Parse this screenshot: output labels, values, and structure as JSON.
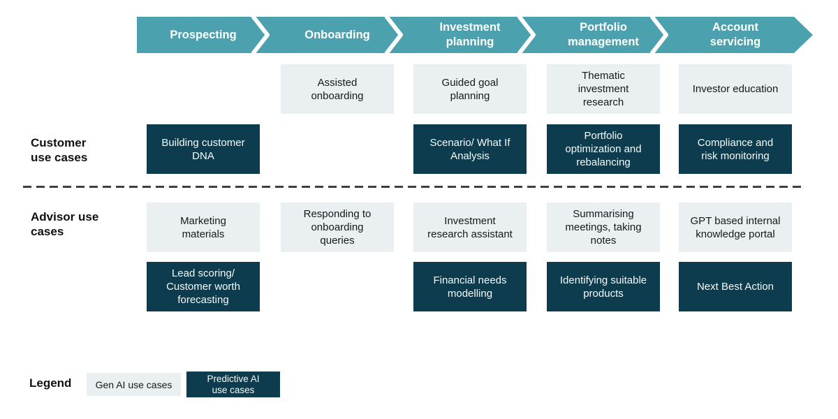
{
  "colors": {
    "stage_band_teal": "#4BA2AE",
    "predictive_dark_teal": "#0C3C4D",
    "gen_light_gray": "#EAEFF2",
    "divider_gray": "#3F3F3F"
  },
  "stages": [
    {
      "label": "Prospecting"
    },
    {
      "label": "Onboarding"
    },
    {
      "label": "Investment\nplanning"
    },
    {
      "label": "Portfolio\nmanagement"
    },
    {
      "label": "Account\nservicing"
    }
  ],
  "sections": {
    "customer_label": "Customer\nuse cases",
    "advisor_label": "Advisor use\ncases"
  },
  "columns": [
    {
      "stage": "Prospecting",
      "customer": [
        null,
        {
          "label": "Building customer\nDNA",
          "type": "predictive"
        }
      ],
      "advisor": [
        {
          "label": "Marketing\nmaterials",
          "type": "gen"
        },
        {
          "label": "Lead scoring/\nCustomer worth\nforecasting",
          "type": "predictive"
        }
      ]
    },
    {
      "stage": "Onboarding",
      "customer": [
        {
          "label": "Assisted\nonboarding",
          "type": "gen"
        },
        null
      ],
      "advisor": [
        {
          "label": "Responding to\nonboarding\nqueries",
          "type": "gen"
        },
        null
      ]
    },
    {
      "stage": "Investment planning",
      "customer": [
        {
          "label": "Guided goal\nplanning",
          "type": "gen"
        },
        {
          "label": "Scenario/ What If\nAnalysis",
          "type": "predictive"
        }
      ],
      "advisor": [
        {
          "label": "Investment\nresearch assistant",
          "type": "gen"
        },
        {
          "label": "Financial needs\nmodelling",
          "type": "predictive"
        }
      ]
    },
    {
      "stage": "Portfolio management",
      "customer": [
        {
          "label": "Thematic\ninvestment\nresearch",
          "type": "gen"
        },
        {
          "label": "Portfolio\noptimization and\nrebalancing",
          "type": "predictive"
        }
      ],
      "advisor": [
        {
          "label": "Summarising\nmeetings, taking\nnotes",
          "type": "gen"
        },
        {
          "label": "Identifying suitable\nproducts",
          "type": "predictive"
        }
      ]
    },
    {
      "stage": "Account servicing",
      "customer": [
        {
          "label": "Investor education",
          "type": "gen"
        },
        {
          "label": "Compliance and\nrisk monitoring",
          "type": "predictive"
        }
      ],
      "advisor": [
        {
          "label": "GPT based internal\nknowledge portal",
          "type": "gen"
        },
        {
          "label": "Next Best Action",
          "type": "predictive"
        }
      ]
    }
  ],
  "legend": {
    "label": "Legend",
    "items": [
      {
        "label": "Gen AI use cases",
        "type": "gen"
      },
      {
        "label": "Predictive AI\nuse cases",
        "type": "predictive"
      }
    ]
  }
}
